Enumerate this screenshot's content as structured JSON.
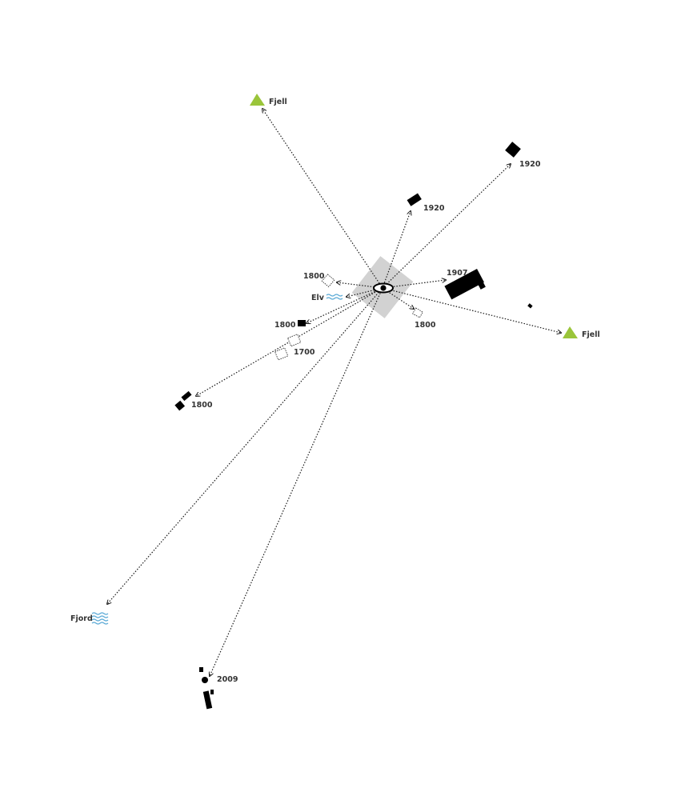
{
  "colors": {
    "mountain": "#9ac53a",
    "water": "#5aa9d6",
    "viewpoint_pad": "#d2d2d2",
    "ray": "#1a1a1a"
  },
  "labels": {
    "fjell_top": "Fjell",
    "fjell_right": "Fjell",
    "building_1920_top": "1920",
    "building_1920_mid": "1920",
    "building_1907": "1907",
    "building_1800_upper_left": "1800",
    "elv": "Elv",
    "building_1800_left": "1800",
    "building_1800_right": "1800",
    "building_1700": "1700",
    "building_1800_far_left": "1800",
    "fjord": "Fjord",
    "building_2009": "2009"
  },
  "icons": {
    "viewpoint": "eye-icon",
    "mountain": "mountain-icon",
    "water": "water-waves-icon"
  }
}
